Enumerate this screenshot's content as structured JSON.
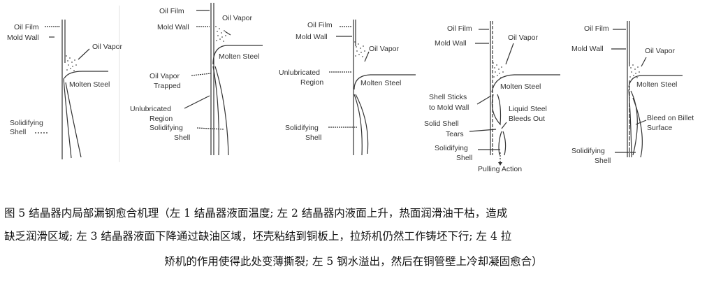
{
  "figure": {
    "panels": [
      {
        "id": "panel-1",
        "labels": [
          "Oil Film",
          "Mold Wall",
          "Oil Vapor",
          "Molten Steel",
          "Solidifying",
          "Shell"
        ]
      },
      {
        "id": "panel-2",
        "labels": [
          "Oil Film",
          "Mold Wall",
          "Oil Vapor",
          "Molten Steel",
          "Oil Vapor",
          "Trapped",
          "Unlubricated",
          "Region",
          "Solidifying",
          "Shell"
        ]
      },
      {
        "id": "panel-3",
        "labels": [
          "Oil Film",
          "Mold Wall",
          "Oil Vapor",
          "Unlubricated",
          "Region",
          "Molten Steel",
          "Solidifying",
          "Shell"
        ]
      },
      {
        "id": "panel-4",
        "labels": [
          "Oil Film",
          "Mold Wall",
          "Oil Vapor",
          "Molten Steel",
          "Shell Sticks",
          "to Mold Wall",
          "Liquid Steel",
          "Bleeds Out",
          "Solid Shell",
          "Tears",
          "Solidifying",
          "Shell",
          "Pulling Action"
        ]
      },
      {
        "id": "panel-5",
        "labels": [
          "Oil Film",
          "Mold Wall",
          "Oil Vapor",
          "Molten Steel",
          "Bleed on Billet",
          "Surface",
          "Solidifying",
          "Shell"
        ]
      }
    ],
    "caption": {
      "line1": "图 5  结晶器内局部漏钢愈合机理（左 1 结晶器液面温度;  左 2  结晶器内液面上升，热面润滑油干枯，造成",
      "line2": "缺乏润滑区域; 左 3  结晶器液面下降通过缺油区域，坯壳粘结到铜板上，拉矫机仍然工作铸坯下行; 左 4  拉",
      "line3": "矫机的作用使得此处变薄撕裂;  左 5  钢水溢出，然后在铜管壁上冷却凝固愈合）"
    }
  }
}
